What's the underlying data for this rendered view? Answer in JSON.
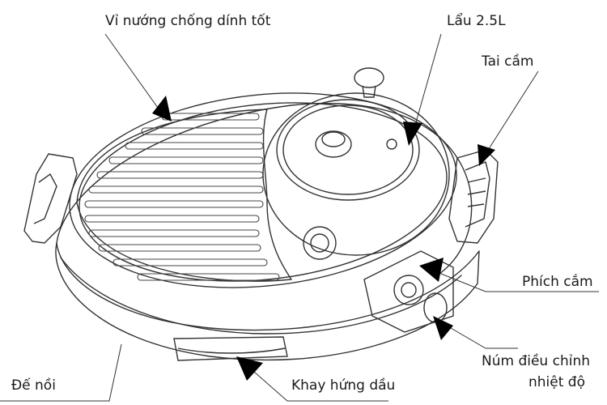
{
  "labels": {
    "grill_plate": "Vỉ nướng chống dính tốt",
    "hotpot": "Lẩu  2.5L",
    "handle": "Tai cầm",
    "plug": "Phích cắm",
    "thermostat_line1": "Núm điều chỉnh",
    "thermostat_line2": "nhiệt độ",
    "base": "Đế nồi",
    "oil_tray": "Khay hứng dầu"
  },
  "colors": {
    "ink": "#1a1a1a",
    "line": "#333333",
    "pointer": "#000000"
  }
}
